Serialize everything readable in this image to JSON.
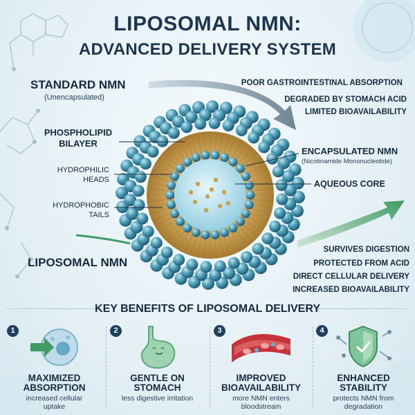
{
  "title": {
    "line1": "LIPOSOMAL NMN:",
    "line2": "ADVANCED DELIVERY SYSTEM"
  },
  "standard": {
    "label": "STANDARD NMN",
    "sublabel": "(Unencapsulated)",
    "issues": [
      "POOR GASTROINTESTINAL ABSORPTION",
      "DEGRADED BY STOMACH ACID",
      "LIMITED BIOAVAILABILITY"
    ]
  },
  "structure": {
    "bilayer": [
      "PHOSPHOLIPID",
      "BILAYER"
    ],
    "heads": [
      "HYDROPHILIC",
      "HEADS"
    ],
    "tails": [
      "HYDROPHOBIC",
      "TAILS"
    ],
    "encapsulated": "ENCAPSULATED NMN",
    "encapsulated_sub": "(Nicotinamide Mononucleotide)",
    "core": "AQUEOUS CORE"
  },
  "liposomal": {
    "label": "LIPOSOMAL NMN",
    "benefits": [
      "SURVIVES DIGESTION",
      "PROTECTED FROM ACID",
      "DIRECT CELLULAR DELIVERY",
      "INCREASED BIOAVAILABILITY"
    ]
  },
  "benefits_section": {
    "title": "KEY BENEFITS OF LIPOSOMAL DELIVERY",
    "cards": [
      {
        "num": "1",
        "title": "MAXIMIZED",
        "title2": "ABSORPTION",
        "desc": "increased cellular",
        "desc2": "uptake",
        "icon": "cell-arrow-icon"
      },
      {
        "num": "2",
        "title": "GENTLE ON",
        "title2": "STOMACH",
        "desc": "less digestive irritation",
        "desc2": "",
        "icon": "stomach-icon"
      },
      {
        "num": "3",
        "title": "IMPROVED",
        "title2": "BIOAVAILABILITY",
        "desc": "more NMN enters",
        "desc2": "bloodstream",
        "icon": "blood-vessel-icon"
      },
      {
        "num": "4",
        "title": "ENHANCED",
        "title2": "STABILITY",
        "desc": "protects NMN from",
        "desc2": "degradation",
        "icon": "shield-molecule-icon"
      }
    ]
  },
  "colors": {
    "navy": "#1b3550",
    "sphere_blue": "#3f8fa8",
    "lipid_gold": "#c99a48",
    "arrow_green": "#3f9a64",
    "arrow_gray": "#7a8f9c"
  }
}
